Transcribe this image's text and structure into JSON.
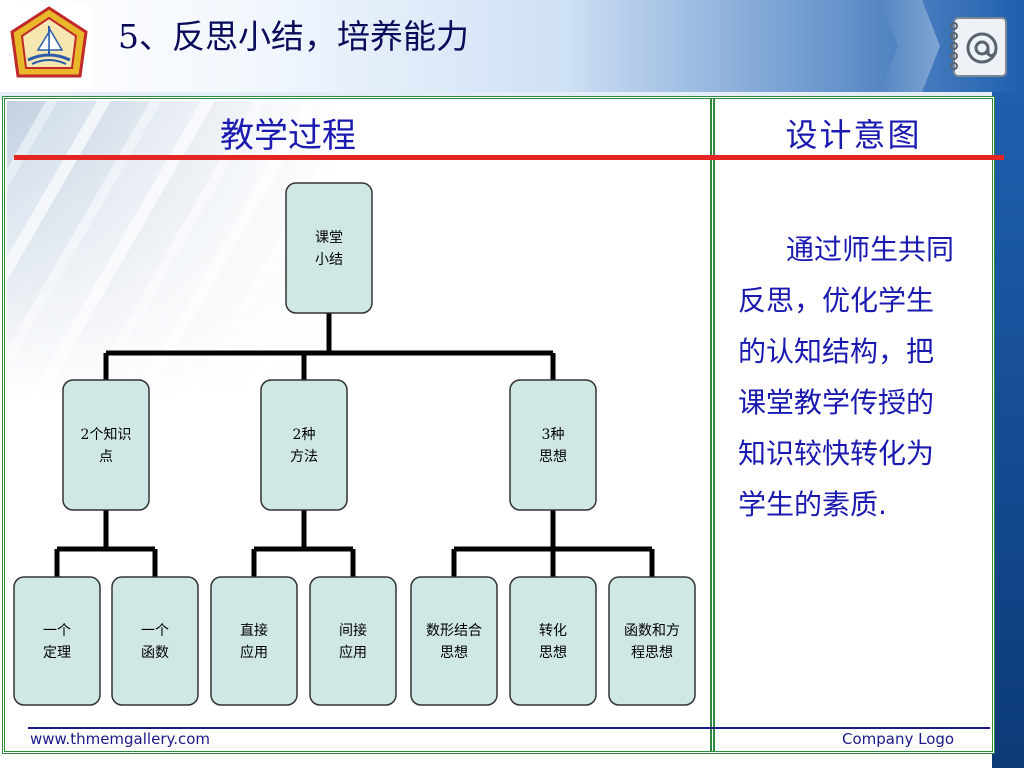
{
  "header": {
    "title": "5、反思小结，培养能力"
  },
  "columns": {
    "left_heading": "教学过程",
    "right_heading": "设计意图"
  },
  "intent_text": "通过师生共同反思，优化学生的认知结构，把课堂教学传授的知识较快转化为学生的素质.",
  "tree": {
    "root": [
      "课堂",
      "小结"
    ],
    "level1": [
      {
        "lines": [
          "2个知识",
          "点"
        ],
        "children": [
          [
            "一个",
            "定理"
          ],
          [
            "一个",
            "函数"
          ]
        ]
      },
      {
        "lines": [
          "2种",
          "方法"
        ],
        "children": [
          [
            "直接",
            "应用"
          ],
          [
            "间接",
            "应用"
          ]
        ]
      },
      {
        "lines": [
          "3种",
          "思想"
        ],
        "children": [
          [
            "数形结合",
            "思想"
          ],
          [
            "转化",
            "思想"
          ],
          [
            "函数和方",
            "程思想"
          ]
        ]
      }
    ]
  },
  "colors": {
    "node_fill": "#cfe8e6",
    "node_border": "#333333",
    "connector": "#000000",
    "heading": "#1a1ab0",
    "frame": "#2e8b3d",
    "rule": "#e52424"
  },
  "footer": {
    "website": "www.thmemgallery.com",
    "company": "Company Logo"
  },
  "icons": {
    "logo": "school-emblem-icon",
    "header_right": "at-sign-notebook-icon"
  }
}
